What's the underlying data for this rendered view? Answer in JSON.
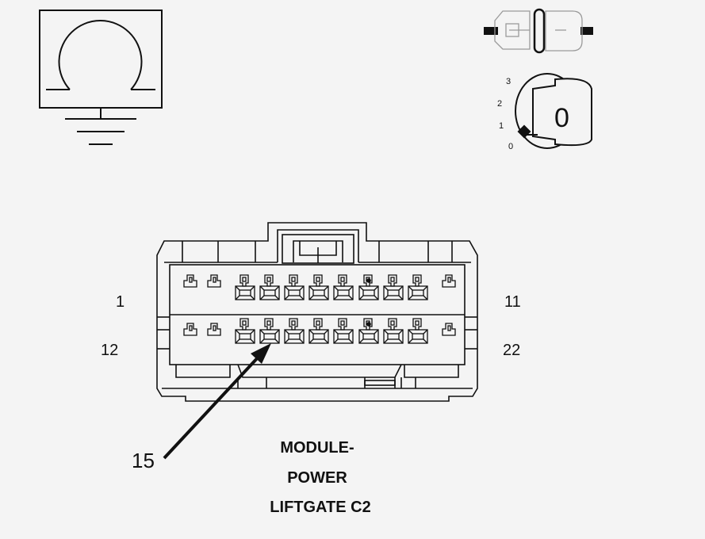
{
  "pin_labels": {
    "top_left": "1",
    "top_right": "11",
    "bottom_left": "12",
    "bottom_right": "22"
  },
  "callout": {
    "number": "15"
  },
  "ignition_switch": {
    "positions": [
      "3",
      "2",
      "1",
      "0"
    ],
    "key_label": "0"
  },
  "connector_title": {
    "line1": "MODULE-",
    "line2": "POWER",
    "line3": "LIFTGATE C2"
  },
  "colors": {
    "background": "#f4f4f4",
    "line": "#111111",
    "faint": "#9a9a9a"
  },
  "icons": [
    "ground-symbol-icon",
    "inline-connector-icon",
    "ignition-key-icon"
  ]
}
